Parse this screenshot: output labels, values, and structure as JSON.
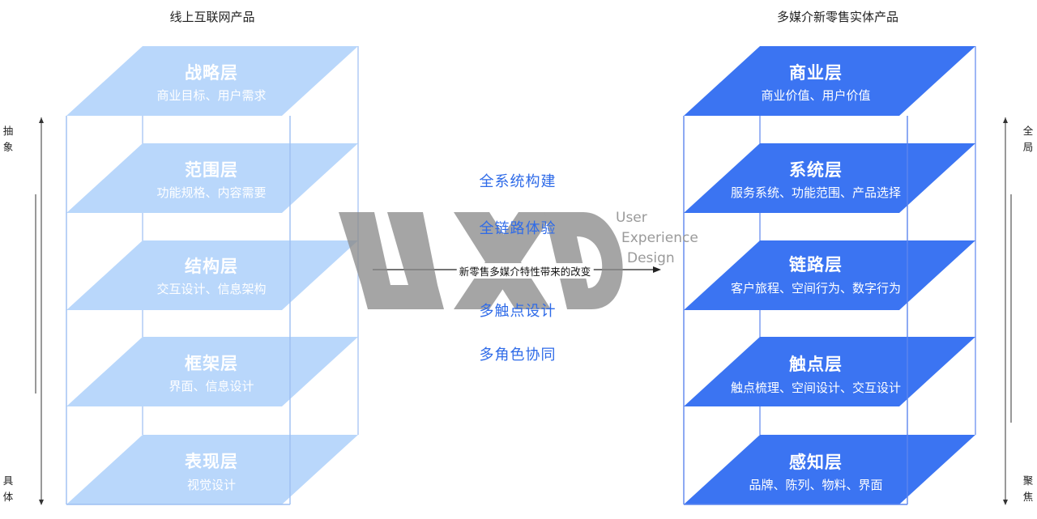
{
  "left": {
    "title": "线上互联网产品",
    "layers": [
      {
        "title": "战略层",
        "subtitle": "商业目标、用户需求"
      },
      {
        "title": "范围层",
        "subtitle": "功能规格、内容需要"
      },
      {
        "title": "结构层",
        "subtitle": "交互设计、信息架构"
      },
      {
        "title": "框架层",
        "subtitle": "界面、信息设计"
      },
      {
        "title": "表现层",
        "subtitle": "视觉设计"
      }
    ],
    "axis_top": "抽象",
    "axis_bottom": "具体"
  },
  "right": {
    "title": "多媒介新零售实体产品",
    "layers": [
      {
        "title": "商业层",
        "subtitle": "商业价值、用户价值"
      },
      {
        "title": "系统层",
        "subtitle": "服务系统、功能范围、产品选择"
      },
      {
        "title": "链路层",
        "subtitle": "客户旅程、空间行为、数字行为"
      },
      {
        "title": "触点层",
        "subtitle": "触点梳理、空间设计、交互设计"
      },
      {
        "title": "感知层",
        "subtitle": "品牌、陈列、物料、界面"
      }
    ],
    "axis_top": "全局",
    "axis_bottom": "聚焦"
  },
  "center": {
    "items": [
      "全系统构建",
      "全链路体验",
      "多触点设计",
      "多角色协同"
    ],
    "arrow_label": "新零售多媒介特性带来的改变"
  },
  "watermark": {
    "logo": "UXD",
    "line1": "User",
    "line2": "Experience",
    "line3": "Design"
  },
  "colors": {
    "left_layer": "#b9d7fb",
    "right_layer": "#3b74f2",
    "frame_left": "#9dbff2",
    "frame_right": "#5d86ee",
    "center_text": "#2f6be8"
  }
}
